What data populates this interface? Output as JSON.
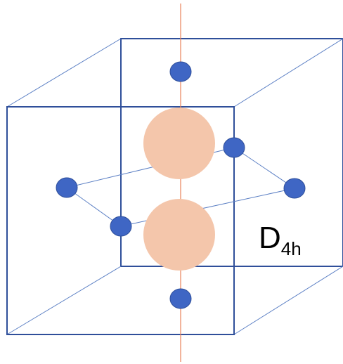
{
  "symmetry_label": {
    "main": "D",
    "subscript": "4h"
  },
  "colors": {
    "cube_edge": "#2f4f9a",
    "cube_edge_thin": "#5b7fc4",
    "axis": "#e8825a",
    "ligand_atom": "#3f66c4",
    "ligand_atom_stroke": "#2f4f9a",
    "central_orbital": "#f4c6ab",
    "label": "#000000"
  },
  "structure": {
    "ligand_count": 6,
    "axial_ligands": 2,
    "equatorial_ligands": 4,
    "central_lobes": 2
  }
}
